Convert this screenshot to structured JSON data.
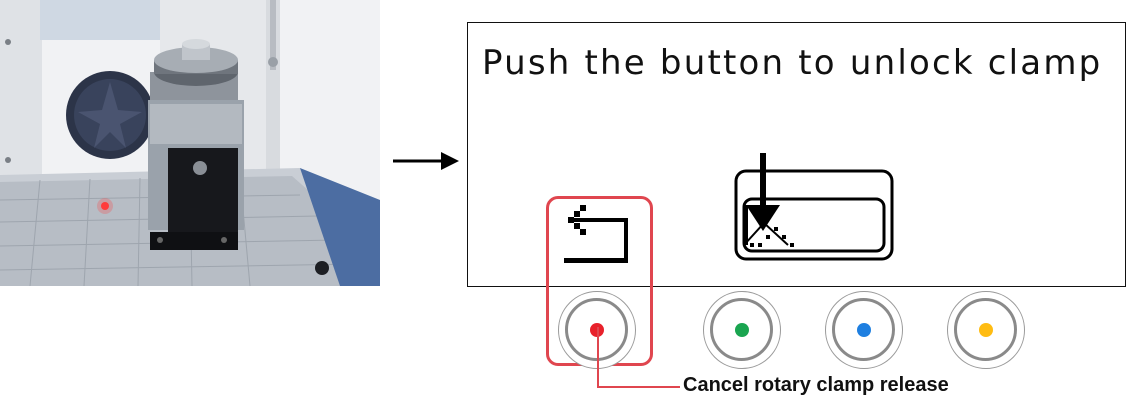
{
  "screen": {
    "title": "Push the button to unlock clamp",
    "left_icon": "back-arrow-icon",
    "center_icon": "clamp-unlock-icon"
  },
  "buttons": [
    {
      "name": "red-button",
      "color": "#e8212b"
    },
    {
      "name": "green-button",
      "color": "#1aa550"
    },
    {
      "name": "blue-button",
      "color": "#1e7fe0"
    },
    {
      "name": "yellow-button",
      "color": "#ffbc12"
    }
  ],
  "callout": {
    "label": "Cancel rotary clamp release",
    "color": "#e0464f"
  }
}
